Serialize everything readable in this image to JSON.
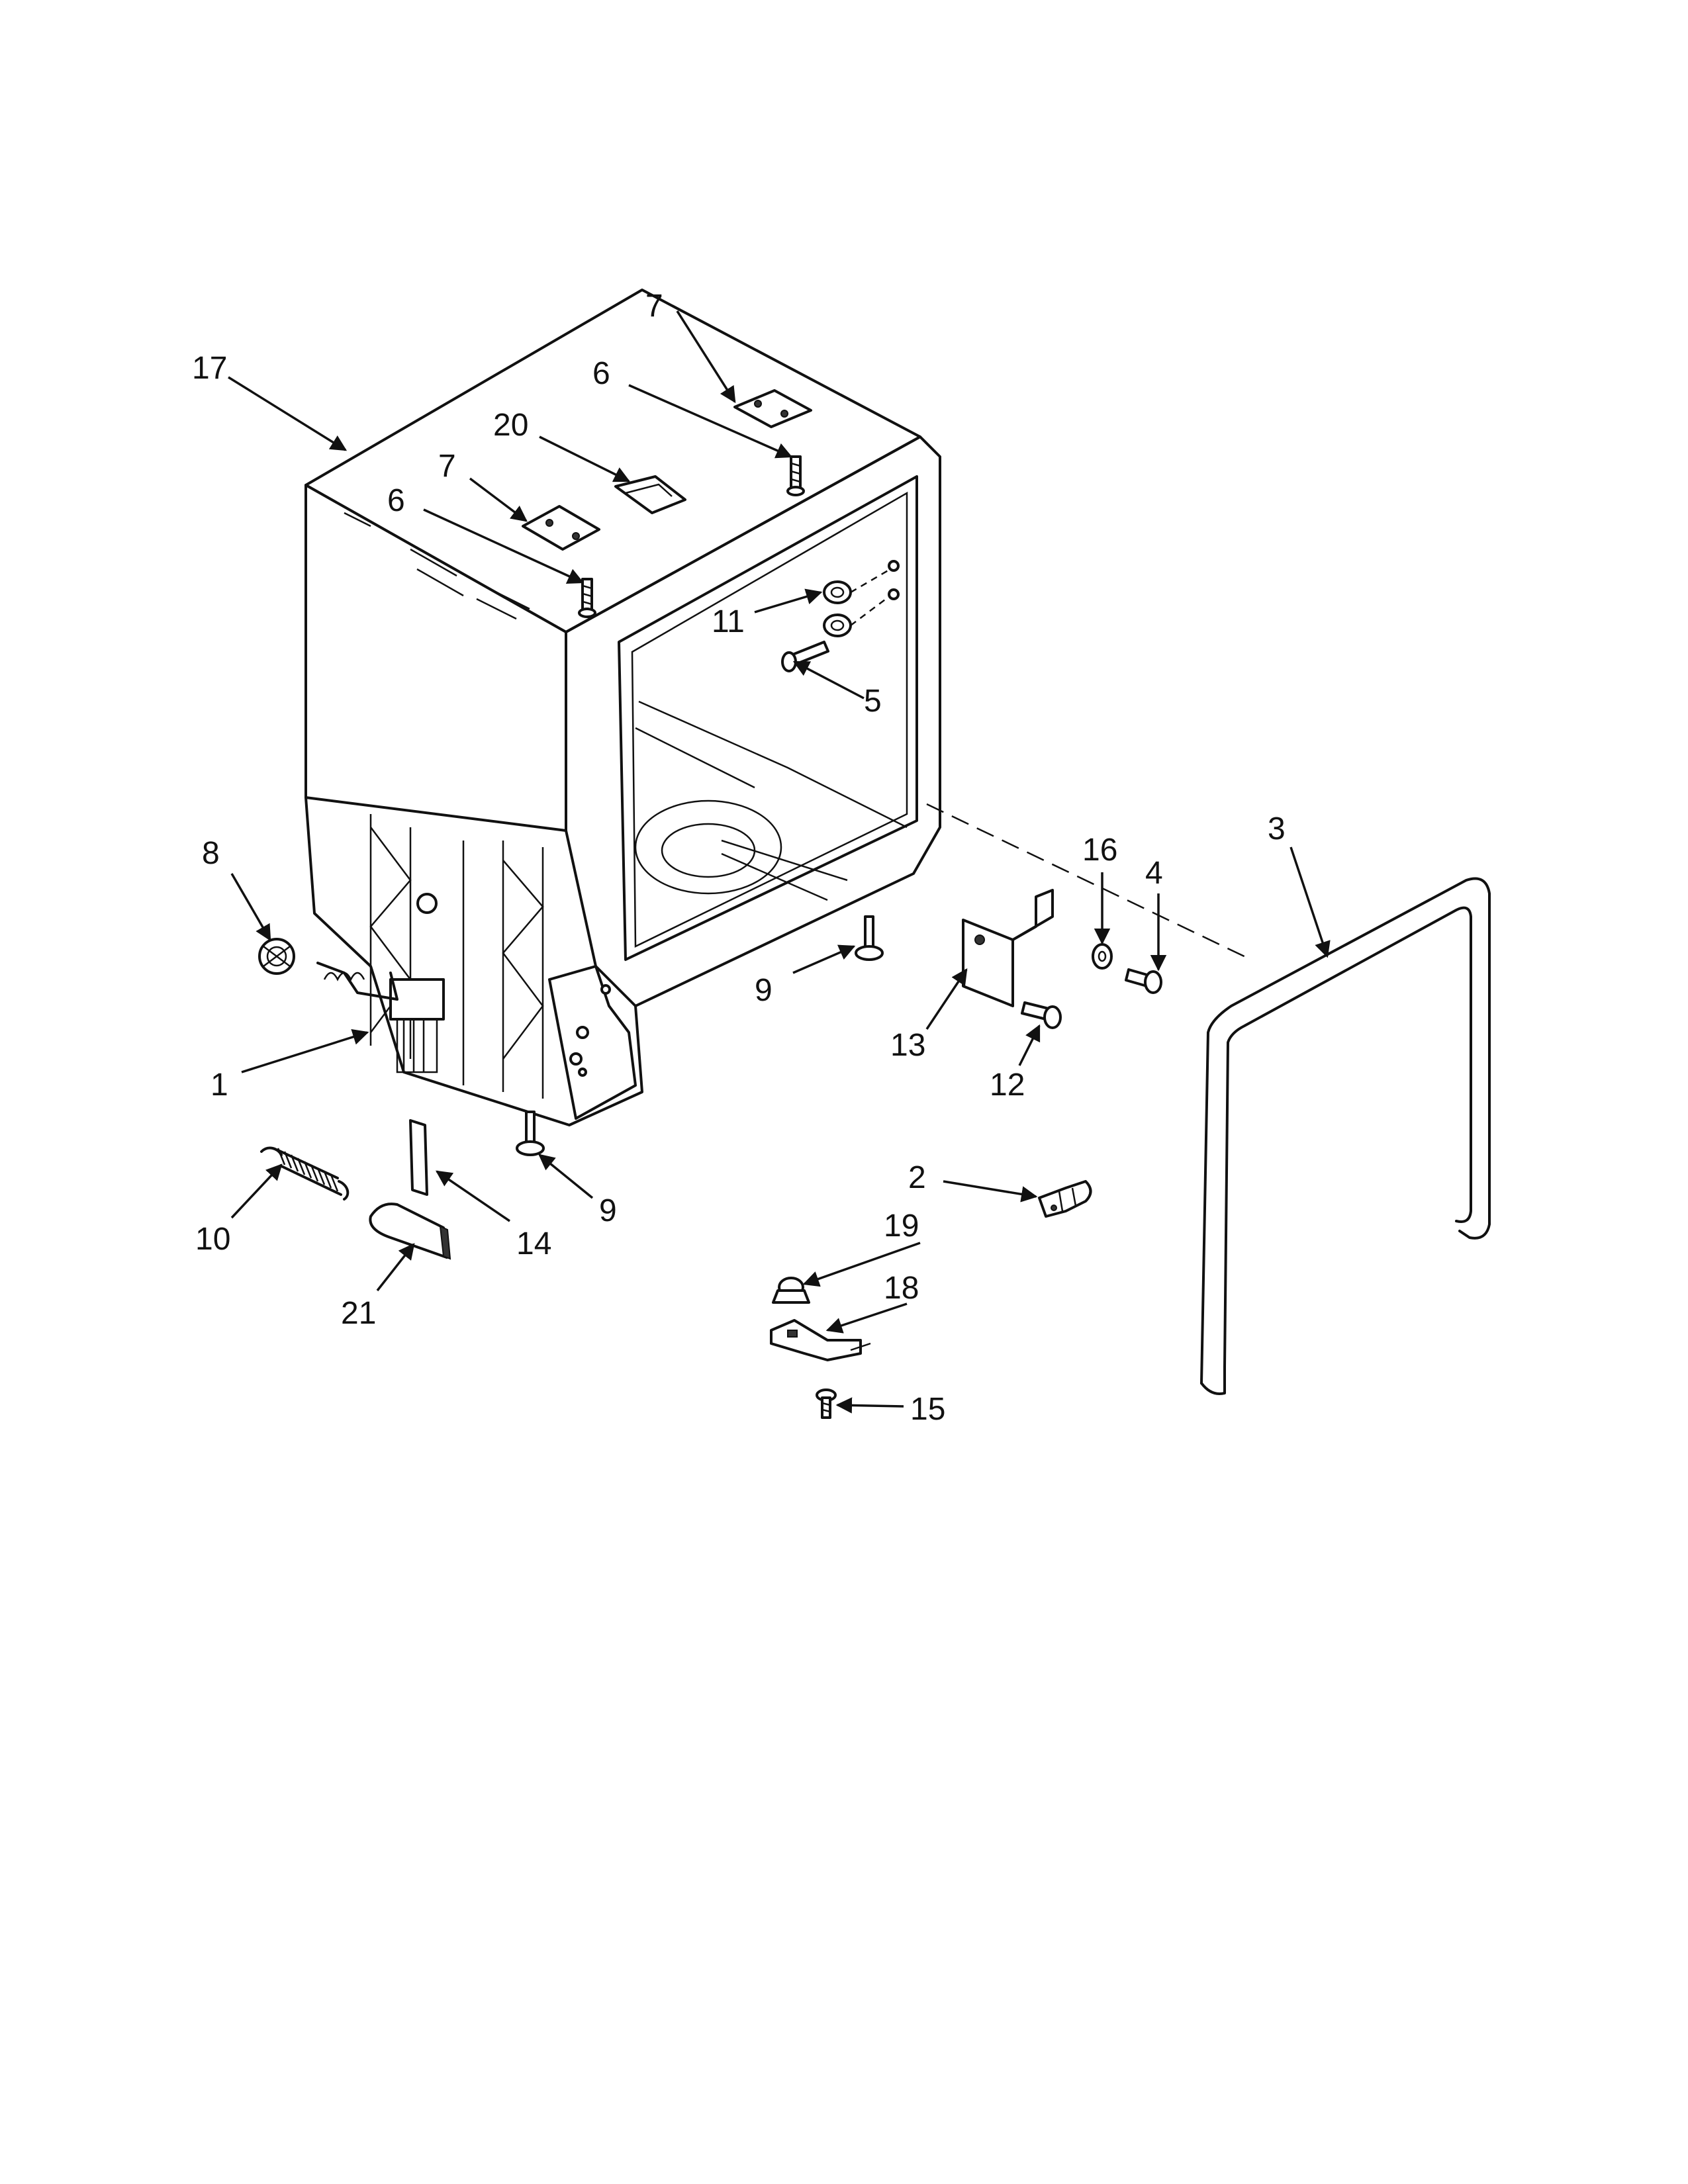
{
  "callouts": [
    {
      "id": "c17",
      "label": "17"
    },
    {
      "id": "c7a",
      "label": "7"
    },
    {
      "id": "c6a",
      "label": "6"
    },
    {
      "id": "c20",
      "label": "20"
    },
    {
      "id": "c7b",
      "label": "7"
    },
    {
      "id": "c6b",
      "label": "6"
    },
    {
      "id": "c11",
      "label": "11"
    },
    {
      "id": "c5",
      "label": "5"
    },
    {
      "id": "c8",
      "label": "8"
    },
    {
      "id": "c16",
      "label": "16"
    },
    {
      "id": "c4",
      "label": "4"
    },
    {
      "id": "c3",
      "label": "3"
    },
    {
      "id": "c9a",
      "label": "9"
    },
    {
      "id": "c13",
      "label": "13"
    },
    {
      "id": "c12",
      "label": "12"
    },
    {
      "id": "c1",
      "label": "1"
    },
    {
      "id": "c9b",
      "label": "9"
    },
    {
      "id": "c10",
      "label": "10"
    },
    {
      "id": "c14",
      "label": "14"
    },
    {
      "id": "c2",
      "label": "2"
    },
    {
      "id": "c19",
      "label": "19"
    },
    {
      "id": "c18",
      "label": "18"
    },
    {
      "id": "c21",
      "label": "21"
    },
    {
      "id": "c15",
      "label": "15"
    }
  ]
}
